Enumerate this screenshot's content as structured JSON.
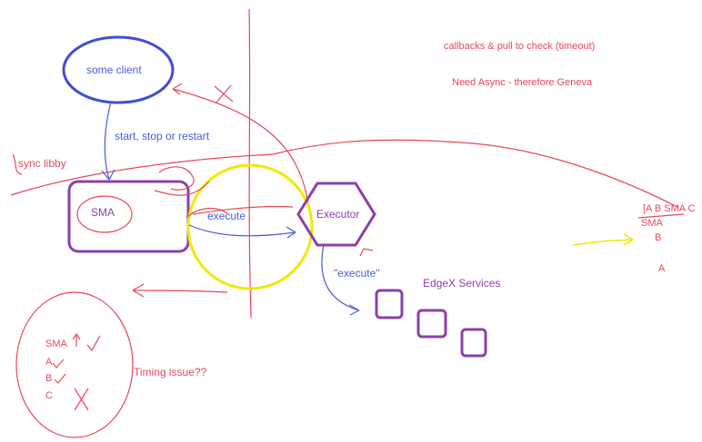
{
  "diagram": {
    "client_label": "some client",
    "start_stop_label": "start, stop or restart",
    "async_label": "sync libby",
    "sma_label": "SMA",
    "execute_label": "execute",
    "executor_label": "Executor",
    "execute_quoted_label": "\"execute\"",
    "edgex_label": "EdgeX Services",
    "callbacks_label": "callbacks & pull to check (timeout)",
    "need_async_label": "Need Async - therefore Geneva",
    "right_list_header": "[A B SMA C",
    "right_list_sma": "SMA",
    "right_list_b": "B",
    "right_list_a": "A",
    "timing_label": "Timing issue??",
    "circle_list": [
      "SMA",
      "A",
      "B",
      "C"
    ]
  },
  "colors": {
    "red": "#e8475a",
    "blue": "#4b5bd6",
    "purple": "#8c3fa8",
    "yellow": "#f2e800"
  }
}
